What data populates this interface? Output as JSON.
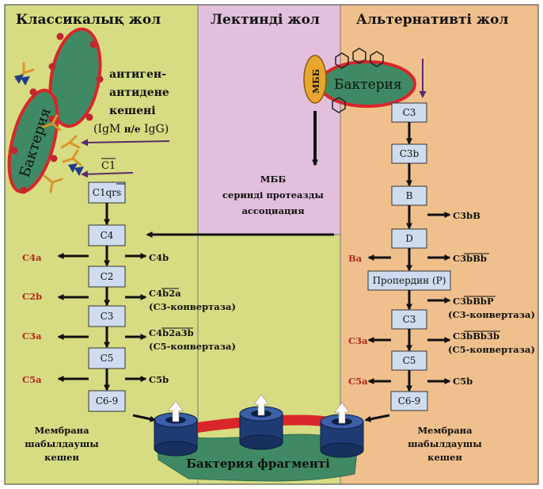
{
  "columns": {
    "classical": "Классикалық жол",
    "lectin": "Лектинді жол",
    "alternative": "Альтернативті жол"
  },
  "classical": {
    "complex_lines": [
      "антиген-",
      "антидене",
      "кешені"
    ],
    "igm": "(IgM ",
    "igm_or": "н/е",
    "igg": " IgG)",
    "bacteria": "Бактерия",
    "c1": "C1",
    "boxes": [
      "C1qrs",
      "C4",
      "C2",
      "C3",
      "C5",
      "C6-9"
    ],
    "left_products": [
      "C4a",
      "C2b",
      "C3a",
      "C5a"
    ],
    "right_products": [
      "C4b",
      "C4b2a",
      "C4b2a3b",
      "C5b"
    ],
    "convertase_notes": [
      "(C3-конвертаза)",
      "(C5-конвертаза)"
    ],
    "membrane": [
      "Мембрана",
      "шабылдаушы",
      "кешен"
    ]
  },
  "lectin": {
    "mbl": "МББ",
    "caption": [
      "МББ",
      "серинді протеазды",
      "ассоциация"
    ]
  },
  "alternative": {
    "bacteria": "Бактерия",
    "boxes": [
      "C3",
      "C3b",
      "B",
      "D",
      "Пропердин (P)",
      "C3",
      "C5",
      "C6-9"
    ],
    "right_products": [
      "C3bB",
      "C3bBb",
      "C3bBbP",
      "C3bBb3b",
      "C5b"
    ],
    "convertase_notes": [
      "(C3-конвертаза)",
      "(C5-конвертаза)"
    ],
    "left_products": [
      "Ba",
      "C3a",
      "C5a"
    ],
    "membrane": [
      "Мембрана",
      "шабылдаушы",
      "кешен"
    ]
  },
  "fragment": "Бактерия фрагменті",
  "colors": {
    "classical_bg": "#d7dc82",
    "lectin_bg": "#e2bfdc",
    "alternative_bg": "#f0c08c",
    "box_fill": "#cfdcef",
    "bacteria_fill": "#3f8a65",
    "bacteria_border": "#d8262b",
    "product_red": "#b3261e",
    "membrane_red": "#d8262b",
    "pore_blue": "#1f3b73"
  }
}
